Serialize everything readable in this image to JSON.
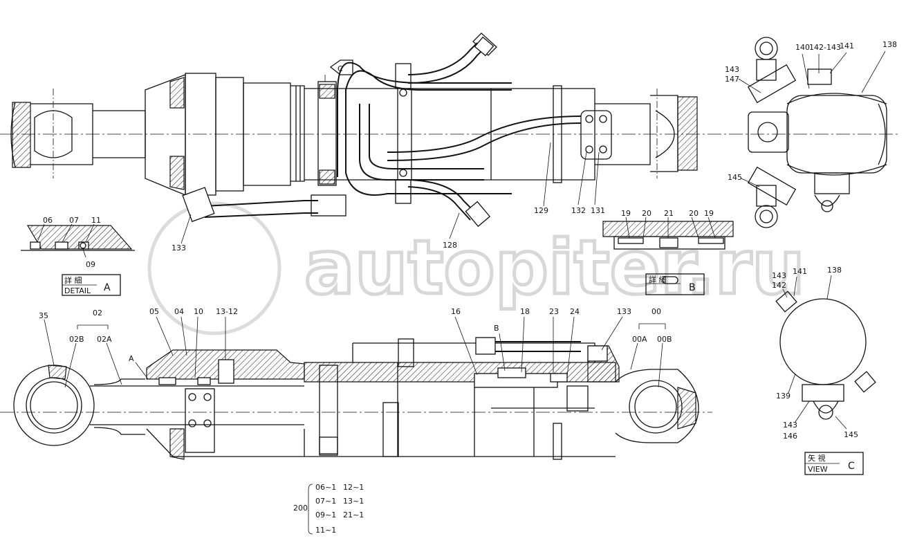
{
  "watermark": "autopiter.ru",
  "labels": {
    "l06": "06",
    "l07": "07",
    "l11": "11",
    "l09": "09",
    "l133a": "133",
    "l128": "128",
    "l129": "129",
    "l132": "132",
    "l131": "131",
    "l140": "140",
    "l142_143": "142-143",
    "l141": "141",
    "l138": "138",
    "l143a": "143",
    "l147": "147",
    "l145a": "145",
    "l19a": "19",
    "l20a": "20",
    "l21": "21",
    "l20b": "20",
    "l19b": "19",
    "l35": "35",
    "l02": "02",
    "l02B": "02B",
    "l02A": "02A",
    "lA": "A",
    "l05": "05",
    "l04": "04",
    "l10": "10",
    "l13_12": "13-12",
    "l16": "16",
    "lB": "B",
    "l18": "18",
    "l23": "23",
    "l24": "24",
    "l133b": "133",
    "l00": "00",
    "l00A": "00A",
    "l00B": "00B",
    "l143b": "143",
    "l142": "142",
    "l141b": "141",
    "l138b": "138",
    "l139": "139",
    "l143c": "143",
    "l146": "146",
    "l145b": "145",
    "viewC_arrow": "C"
  },
  "detail_a": {
    "kanji": "詳 細",
    "text": "DETAIL",
    "letter": "A"
  },
  "detail_b": {
    "kanji": "詳 細",
    "letter": "B"
  },
  "view_c": {
    "kanji": "矢 視",
    "text": "VIEW",
    "letter": "C"
  },
  "kit": {
    "number": "200",
    "items": [
      "06~1",
      "12~1",
      "07~1",
      "13~1",
      "09~1",
      "21~1",
      "11~1"
    ]
  }
}
